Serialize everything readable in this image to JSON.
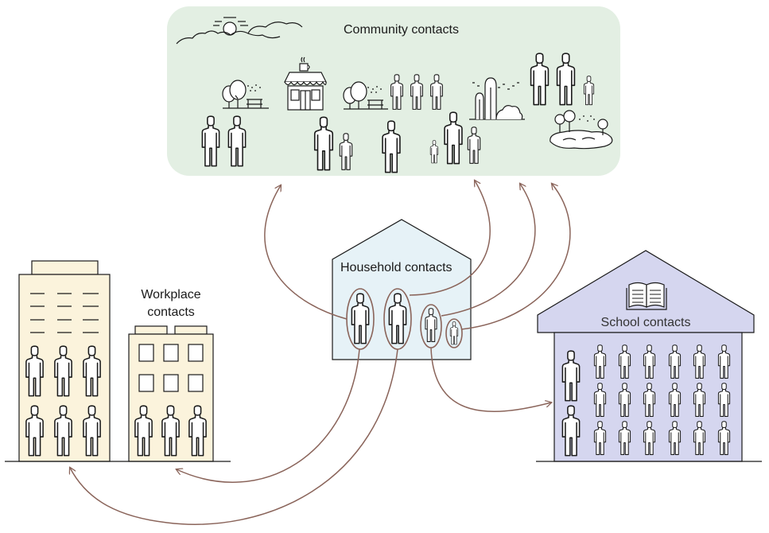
{
  "labels": {
    "community": "Community contacts",
    "household": "Household contacts",
    "workplace": "Workplace contacts",
    "school": "School contacts"
  },
  "colors": {
    "community_fill": "#e3efe3",
    "house_fill": "#e6f2f7",
    "workplace_fill": "#fbf3dc",
    "school_fill": "#d5d6ef",
    "arrow": "#8a645a",
    "outline": "#1a1a1a"
  },
  "icons": [
    "person-icon",
    "tree-icon",
    "bench-icon",
    "shop-icon",
    "coffee-cup-icon",
    "cloud-icon",
    "sun-icon",
    "bush-icon",
    "pond-icon",
    "book-icon",
    "window-icon"
  ]
}
